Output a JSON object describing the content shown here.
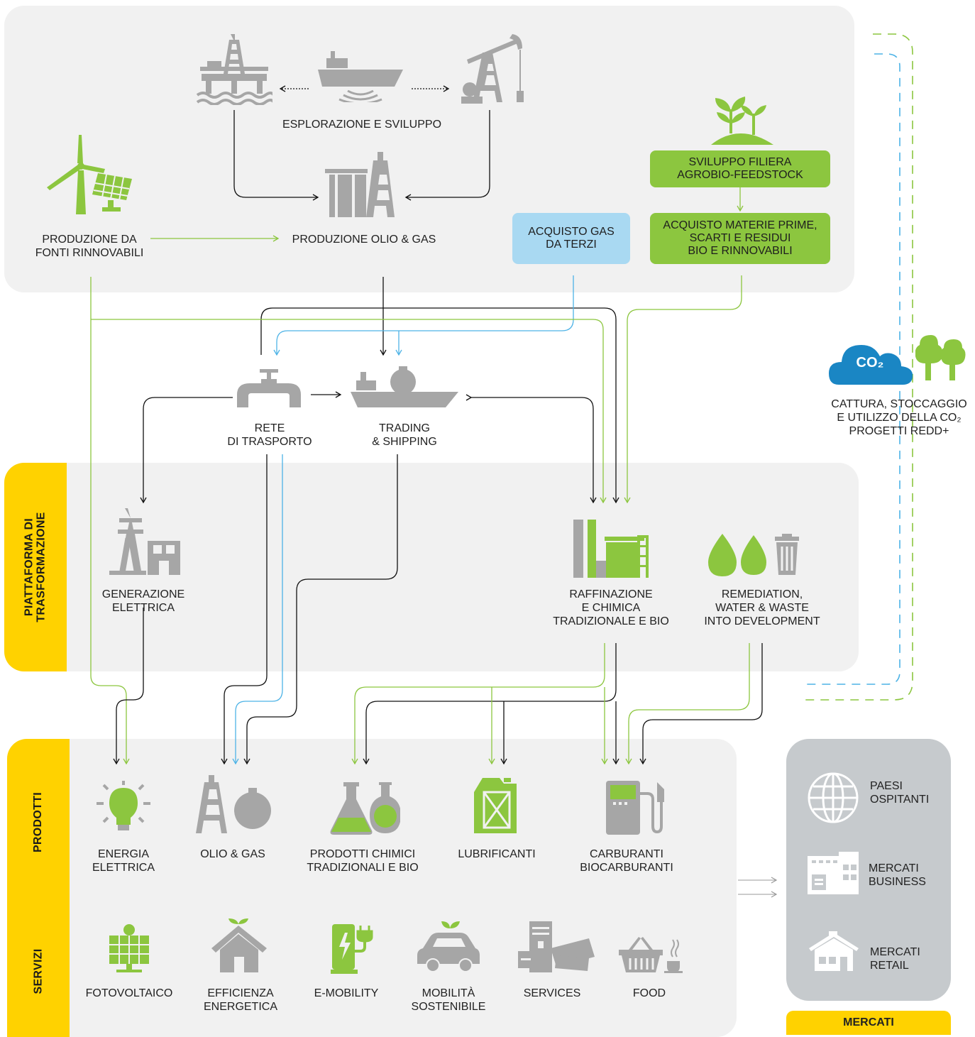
{
  "top": {
    "exploration_label": "ESPLORAZIONE E SVILUPPO",
    "production_og_label": "PRODUZIONE OLIO & GAS",
    "renewables_label": "PRODUZIONE DA\nFONTI RINNOVABILI",
    "gas_purchase_label": "ACQUISTO GAS\nDA TERZI",
    "agrobio_label": "SVILUPPO FILIERA\nAGROBIO-FEEDSTOCK",
    "raw_materials_label": "ACQUISTO MATERIE PRIME,\nSCARTI E RESIDUI\nBIO E RINNOVABILI"
  },
  "ccus": {
    "cloud_text": "CO₂",
    "label": "CATTURA, STOCCAGGIO\nE UTILIZZO DELLA CO₂\nPROGETTI REDD+"
  },
  "midstream": {
    "network_label": "RETE\nDI TRASPORTO",
    "trading_label": "TRADING\n& SHIPPING"
  },
  "platform": {
    "bar_label": "PIATTAFORMA DI\nTRASFORMAZIONE",
    "power_label": "GENERAZIONE\nELETTRICA",
    "refining_label": "RAFFINAZIONE\nE CHIMICA\nTRADIZIONALE E BIO",
    "remediation_label": "REMEDIATION,\nWATER & WASTE\nINTO DEVELOPMENT"
  },
  "products": {
    "bar_label": "PRODOTTI",
    "items": [
      "ENERGIA\nELETTRICA",
      "OLIO & GAS",
      "PRODOTTI CHIMICI\nTRADIZIONALI E BIO",
      "LUBRIFICANTI",
      "CARBURANTI\nBIOCARBURANTI"
    ]
  },
  "services": {
    "bar_label": "SERVIZI",
    "items": [
      "FOTOVOLTAICO",
      "EFFICIENZA\nENERGETICA",
      "E-MOBILITY",
      "MOBILITÀ\nSOSTENIBILE",
      "SERVICES",
      "FOOD"
    ]
  },
  "markets": {
    "bar_label": "MERCATI",
    "items": [
      "PAESI\nOSPITANTI",
      "MERCATI\nBUSINESS",
      "MERCATI\nRETAIL"
    ]
  },
  "colors": {
    "green": "#8cc63f",
    "blue": "#4db3e6",
    "light_blue_box": "#a9d9f2",
    "yellow": "#ffd200",
    "icon_gray": "#a6a6a6",
    "panel_gray": "#f1f1f1"
  }
}
